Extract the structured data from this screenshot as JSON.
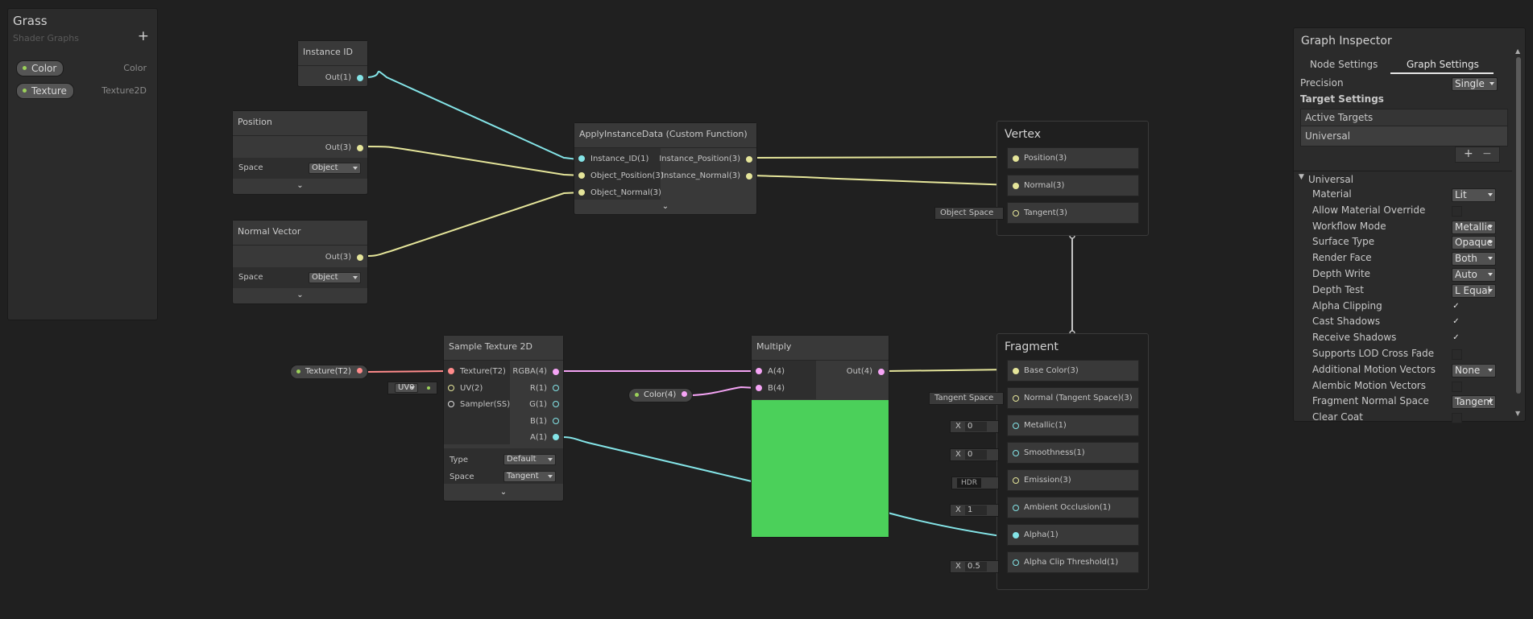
{
  "blackboard": {
    "title": "Grass",
    "subtitle": "Shader Graphs",
    "add": "+",
    "properties": [
      {
        "name": "Color",
        "type": "Color"
      },
      {
        "name": "Texture",
        "type": "Texture2D"
      }
    ]
  },
  "nodes": {
    "instance_id": {
      "title": "Instance ID",
      "out": "Out(1)"
    },
    "position": {
      "title": "Position",
      "out": "Out(3)",
      "space_label": "Space",
      "space_value": "Object"
    },
    "normal_vector": {
      "title": "Normal Vector",
      "out": "Out(3)",
      "space_label": "Space",
      "space_value": "Object"
    },
    "apply": {
      "title": "ApplyInstanceData (Custom Function)",
      "in1": "Instance_ID(1)",
      "in2": "Object_Position(3)",
      "in3": "Object_Normal(3)",
      "out1": "Instance_Position(3)",
      "out2": "Instance_Normal(3)"
    },
    "texture_prop": {
      "label": "Texture(T2)"
    },
    "uv_default": {
      "label": "UV0"
    },
    "sample": {
      "title": "Sample Texture 2D",
      "in1": "Texture(T2)",
      "in2": "UV(2)",
      "in3": "Sampler(SS)",
      "out1": "RGBA(4)",
      "out2": "R(1)",
      "out3": "G(1)",
      "out4": "B(1)",
      "out5": "A(1)",
      "type_label": "Type",
      "type_value": "Default",
      "space_label": "Space",
      "space_value": "Tangent"
    },
    "color_prop": {
      "label": "Color(4)"
    },
    "multiply": {
      "title": "Multiply",
      "in1": "A(4)",
      "in2": "B(4)",
      "out": "Out(4)",
      "preview_color": "#4bd05a"
    }
  },
  "vertex": {
    "title": "Vertex",
    "blocks": [
      "Position(3)",
      "Normal(3)",
      "Tangent(3)"
    ],
    "tangent_default": "Object Space"
  },
  "fragment": {
    "title": "Fragment",
    "blocks": [
      "Base Color(3)",
      "Normal (Tangent Space)(3)",
      "Metallic(1)",
      "Smoothness(1)",
      "Emission(3)",
      "Ambient Occlusion(1)",
      "Alpha(1)",
      "Alpha Clip Threshold(1)"
    ],
    "normal_default": "Tangent Space",
    "metallic_x": "X",
    "metallic_v": "0",
    "smooth_x": "X",
    "smooth_v": "0",
    "emission_v": "HDR",
    "ao_x": "X",
    "ao_v": "1",
    "clip_x": "X",
    "clip_v": "0.5"
  },
  "inspector": {
    "title": "Graph Inspector",
    "tab_node": "Node Settings",
    "tab_graph": "Graph Settings",
    "precision_label": "Precision",
    "precision_value": "Single",
    "target_settings": "Target Settings",
    "active_targets": "Active Targets",
    "target": "Universal",
    "add": "+",
    "remove": "−",
    "section": "Universal",
    "rows": [
      {
        "label": "Material",
        "type": "dropdown",
        "value": "Lit"
      },
      {
        "label": "Allow Material Override",
        "type": "check",
        "value": ""
      },
      {
        "label": "Workflow Mode",
        "type": "dropdown",
        "value": "Metallic"
      },
      {
        "label": "Surface Type",
        "type": "dropdown",
        "value": "Opaque"
      },
      {
        "label": "Render Face",
        "type": "dropdown",
        "value": "Both"
      },
      {
        "label": "Depth Write",
        "type": "dropdown",
        "value": "Auto"
      },
      {
        "label": "Depth Test",
        "type": "dropdown",
        "value": "L Equal"
      },
      {
        "label": "Alpha Clipping",
        "type": "check",
        "value": "✓"
      },
      {
        "label": "Cast Shadows",
        "type": "check",
        "value": "✓"
      },
      {
        "label": "Receive Shadows",
        "type": "check",
        "value": "✓"
      },
      {
        "label": "Supports LOD Cross Fade",
        "type": "check",
        "value": ""
      },
      {
        "label": "Additional Motion Vectors",
        "type": "dropdown",
        "value": "None"
      },
      {
        "label": "Alembic Motion Vectors",
        "type": "check",
        "value": ""
      },
      {
        "label": "Fragment Normal Space",
        "type": "dropdown",
        "value": "Tangent"
      },
      {
        "label": "Clear Coat",
        "type": "check",
        "value": ""
      }
    ]
  },
  "colors": {
    "vec3": "#e5e59a",
    "vec1": "#84e4e7",
    "vec4": "#f5a4f5",
    "tex": "#ff8b8b"
  }
}
